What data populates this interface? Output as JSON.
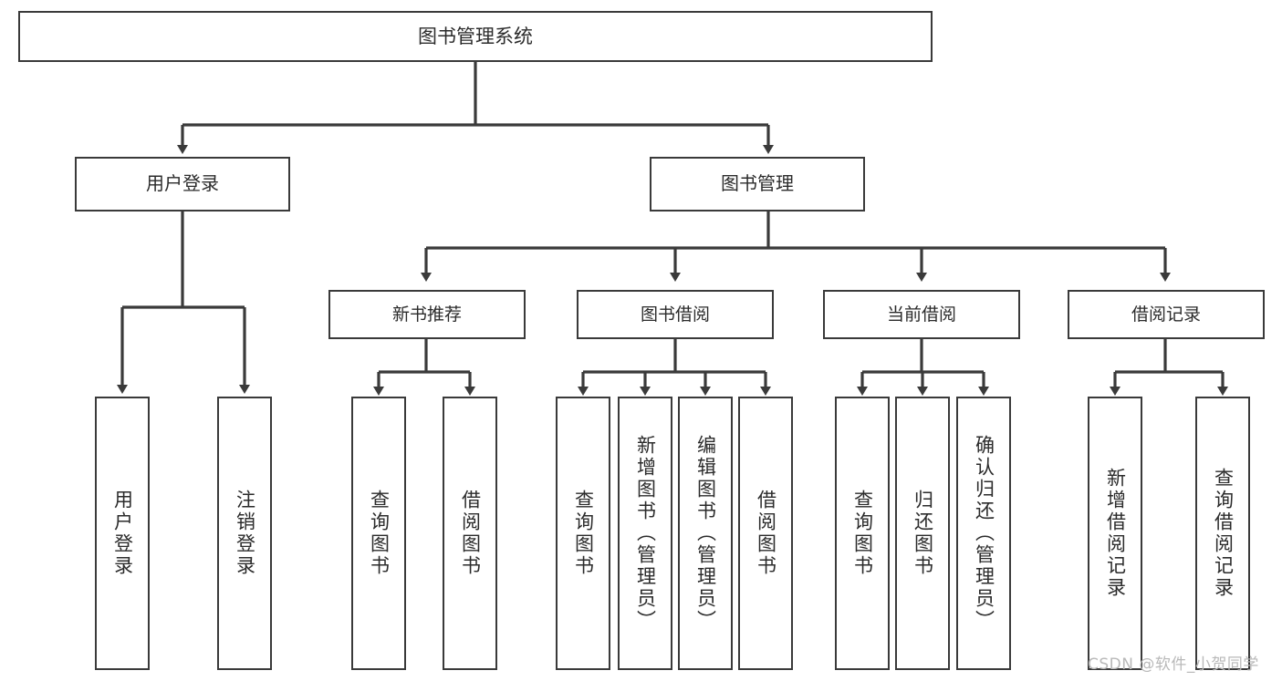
{
  "diagram": {
    "title": "图书管理系统",
    "watermark": "CSDN @软件_小贺同学",
    "line_color": "#3a3a3a",
    "box_fill": "#ffffff",
    "text_color": "#2b2b2b",
    "watermark_color": "#b9b9b9",
    "root": {
      "label": "图书管理系统"
    },
    "level1": [
      {
        "label": "用户登录"
      },
      {
        "label": "图书管理"
      }
    ],
    "level2": [
      {
        "label": "新书推荐"
      },
      {
        "label": "图书借阅"
      },
      {
        "label": "当前借阅"
      },
      {
        "label": "借阅记录"
      }
    ],
    "leaves": {
      "user_login": [
        {
          "label": "用户登录"
        },
        {
          "label": "注销登录"
        }
      ],
      "new_book": [
        {
          "label": "查询图书"
        },
        {
          "label": "借阅图书"
        }
      ],
      "borrow_book": [
        {
          "label": "查询图书"
        },
        {
          "label": "新增图书（管理员）"
        },
        {
          "label": "编辑图书（管理员）"
        },
        {
          "label": "借阅图书"
        }
      ],
      "current_borrow": [
        {
          "label": "查询图书"
        },
        {
          "label": "归还图书"
        },
        {
          "label": "确认归还（管理员）"
        }
      ],
      "borrow_record": [
        {
          "label": "新增借阅记录"
        },
        {
          "label": "查询借阅记录"
        }
      ]
    }
  }
}
